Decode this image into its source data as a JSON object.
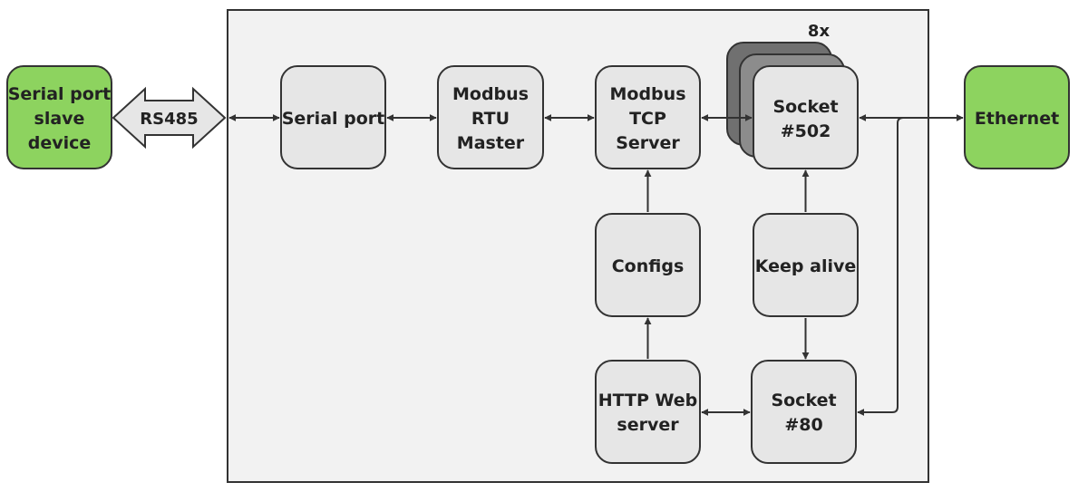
{
  "colors": {
    "device_fill": "#8dd35f",
    "node_fill": "#e6e6e6",
    "container_fill": "#f2f2f2",
    "stack_fill_back": "#707070",
    "stack_fill_mid": "#8c8c8c",
    "stroke": "#333333"
  },
  "external": {
    "serial_device": {
      "line1": "Serial port",
      "line2": "slave",
      "line3": "device"
    },
    "ethernet": {
      "label": "Ethernet"
    },
    "rs485": {
      "label": "RS485"
    }
  },
  "nodes": {
    "serial_port": {
      "label": "Serial port"
    },
    "modbus_rtu": {
      "line1": "Modbus",
      "line2": "RTU",
      "line3": "Master"
    },
    "modbus_tcp": {
      "line1": "Modbus",
      "line2": "TCP",
      "line3": "Server"
    },
    "socket_502": {
      "line1": "Socket",
      "line2": "#502",
      "multiplicity": "8x"
    },
    "configs": {
      "label": "Configs"
    },
    "keep_alive": {
      "label": "Keep alive"
    },
    "http_web": {
      "line1": "HTTP Web",
      "line2": "server"
    },
    "socket_80": {
      "line1": "Socket",
      "line2": "#80"
    }
  },
  "connections": [
    {
      "from": "serial-port-slave-device",
      "to": "serial-port",
      "label": "RS485",
      "direction": "both"
    },
    {
      "from": "serial-port",
      "to": "modbus-rtu-master",
      "direction": "both"
    },
    {
      "from": "modbus-rtu-master",
      "to": "modbus-tcp-server",
      "direction": "both"
    },
    {
      "from": "modbus-tcp-server",
      "to": "socket-502",
      "direction": "both"
    },
    {
      "from": "socket-502",
      "to": "ethernet",
      "direction": "both"
    },
    {
      "from": "configs",
      "to": "modbus-tcp-server",
      "direction": "forward"
    },
    {
      "from": "http-web-server",
      "to": "configs",
      "direction": "forward"
    },
    {
      "from": "keep-alive",
      "to": "socket-502",
      "direction": "forward"
    },
    {
      "from": "keep-alive",
      "to": "socket-80",
      "direction": "forward"
    },
    {
      "from": "http-web-server",
      "to": "socket-80",
      "direction": "both"
    },
    {
      "from": "socket-80",
      "to": "ethernet",
      "direction": "both"
    }
  ]
}
